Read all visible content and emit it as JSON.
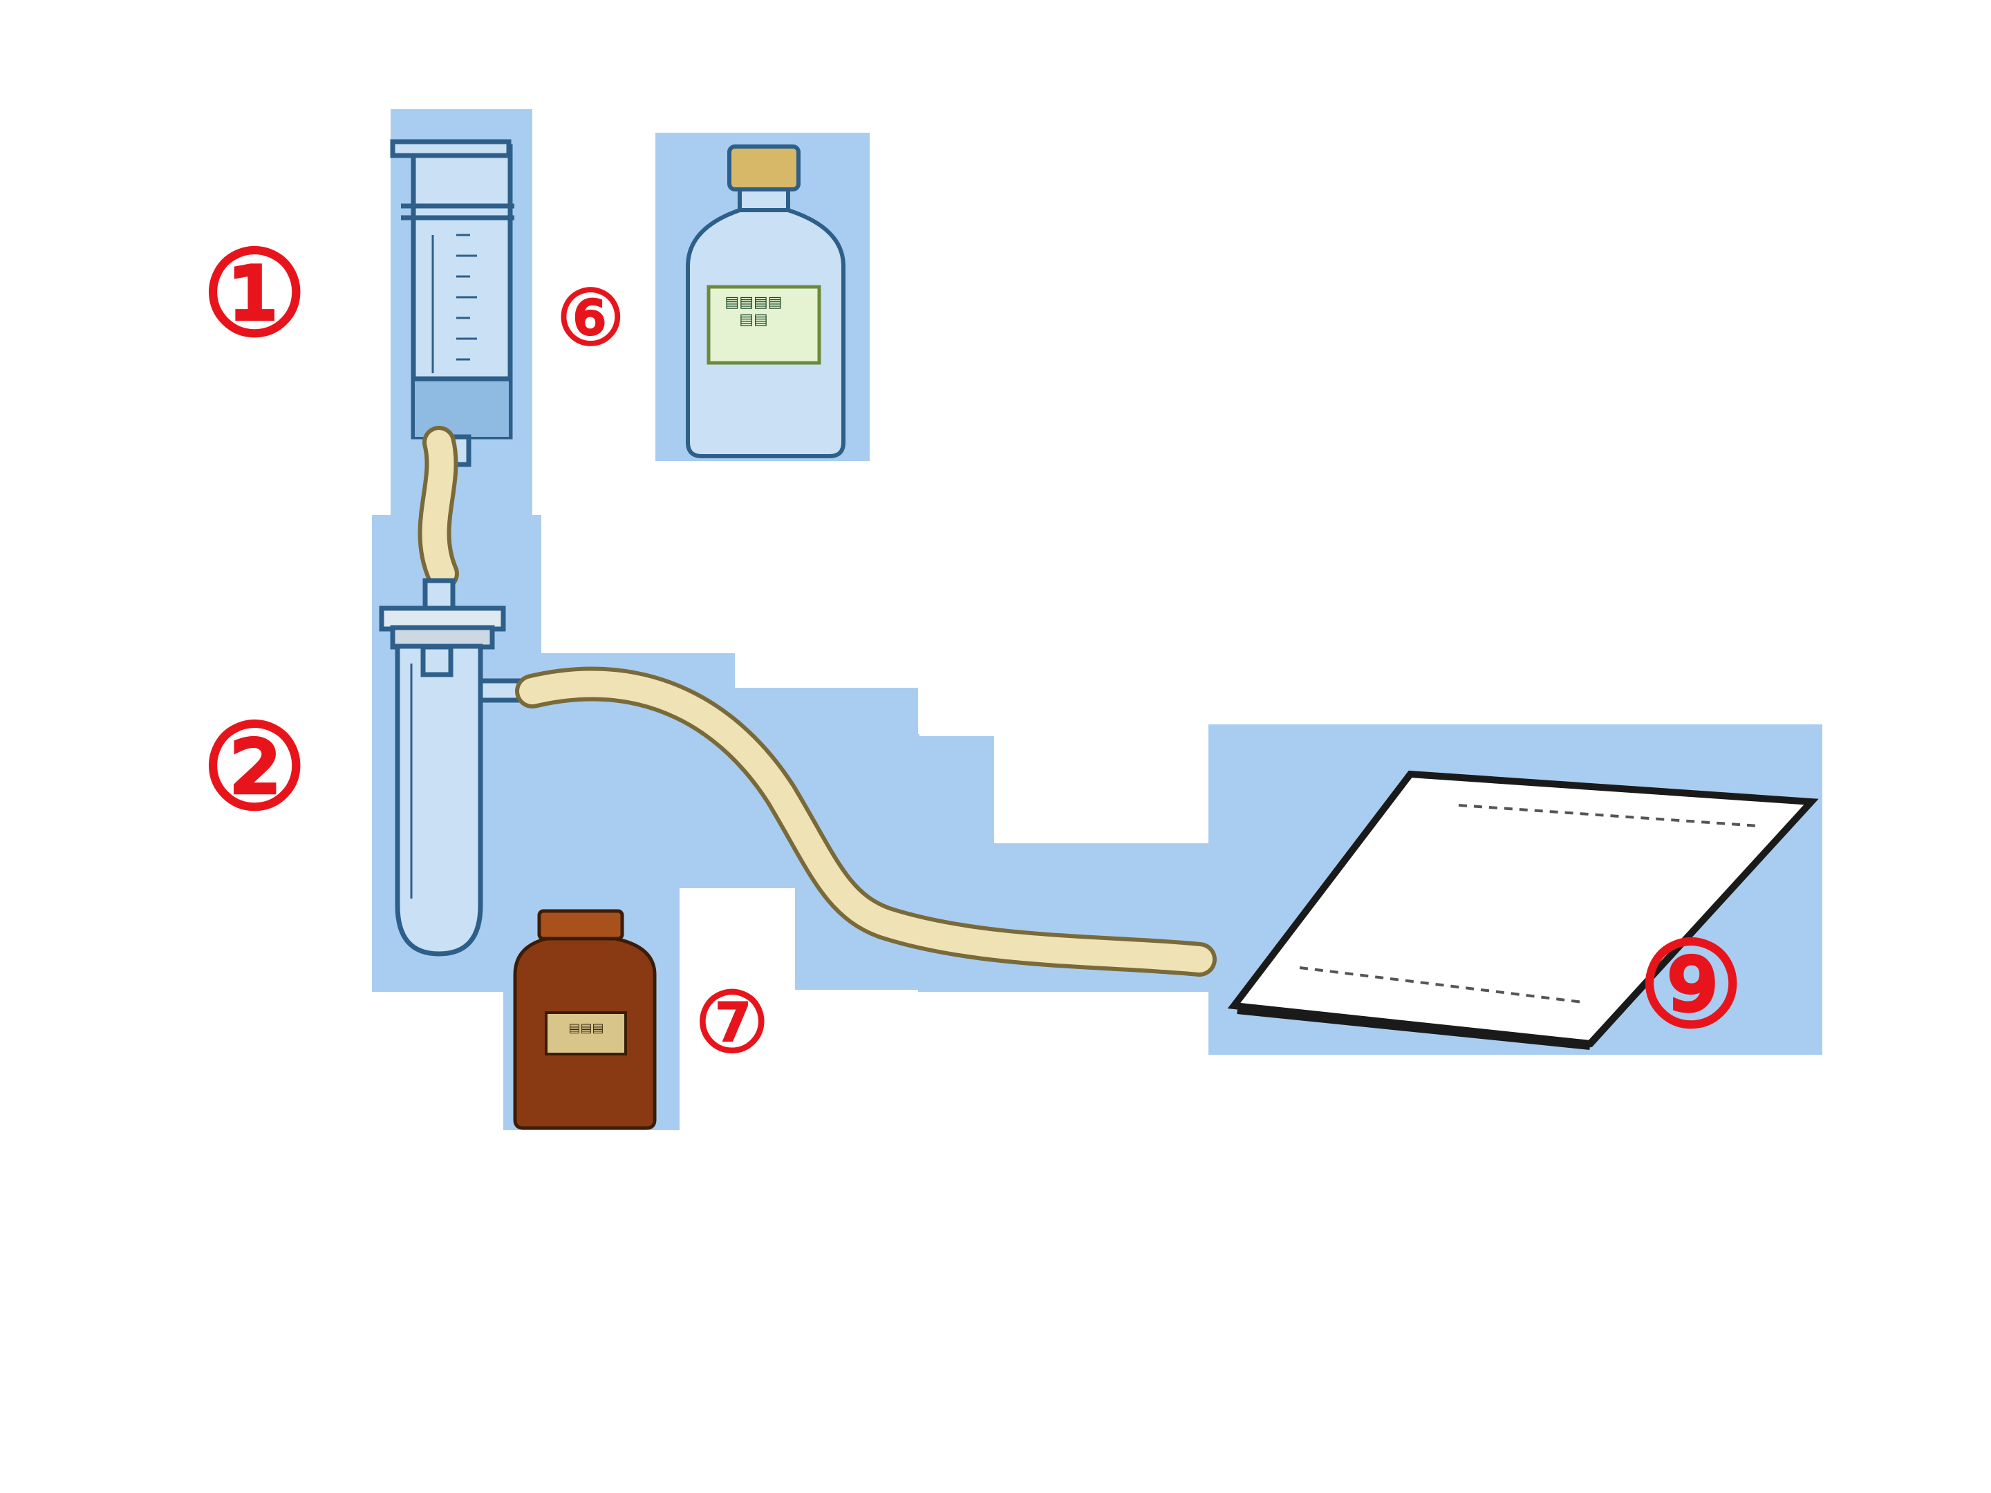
{
  "labels": {
    "l1": "①",
    "l2": "②",
    "l6": "⑥",
    "l7": "⑦",
    "l9": "⑨"
  },
  "colors": {
    "background_blue": "#a9cdf0",
    "label_red": "#e8141c",
    "tube_cream": "#efe3b6",
    "amber_bottle": "#8a3a12"
  },
  "icons": [
    "syringe-icon",
    "test-tube-icon",
    "reagent-bottle-icon",
    "amber-bottle-icon",
    "test-paper-icon"
  ]
}
